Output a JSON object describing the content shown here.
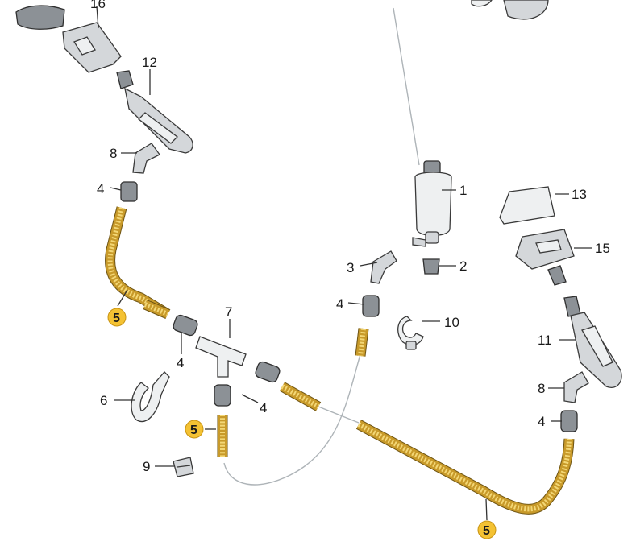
{
  "callouts": {
    "n1": "1",
    "n2": "2",
    "n3": "3",
    "n4": "4",
    "n5": "5",
    "n6": "6",
    "n7": "7",
    "n8": "8",
    "n9": "9",
    "n10": "10",
    "n11": "11",
    "n12": "12",
    "n13": "13",
    "n15": "15",
    "n16_partial": "16"
  },
  "colors": {
    "hose": "#c89a2a",
    "badge": "#f4c233",
    "part": "#d4d7da"
  }
}
